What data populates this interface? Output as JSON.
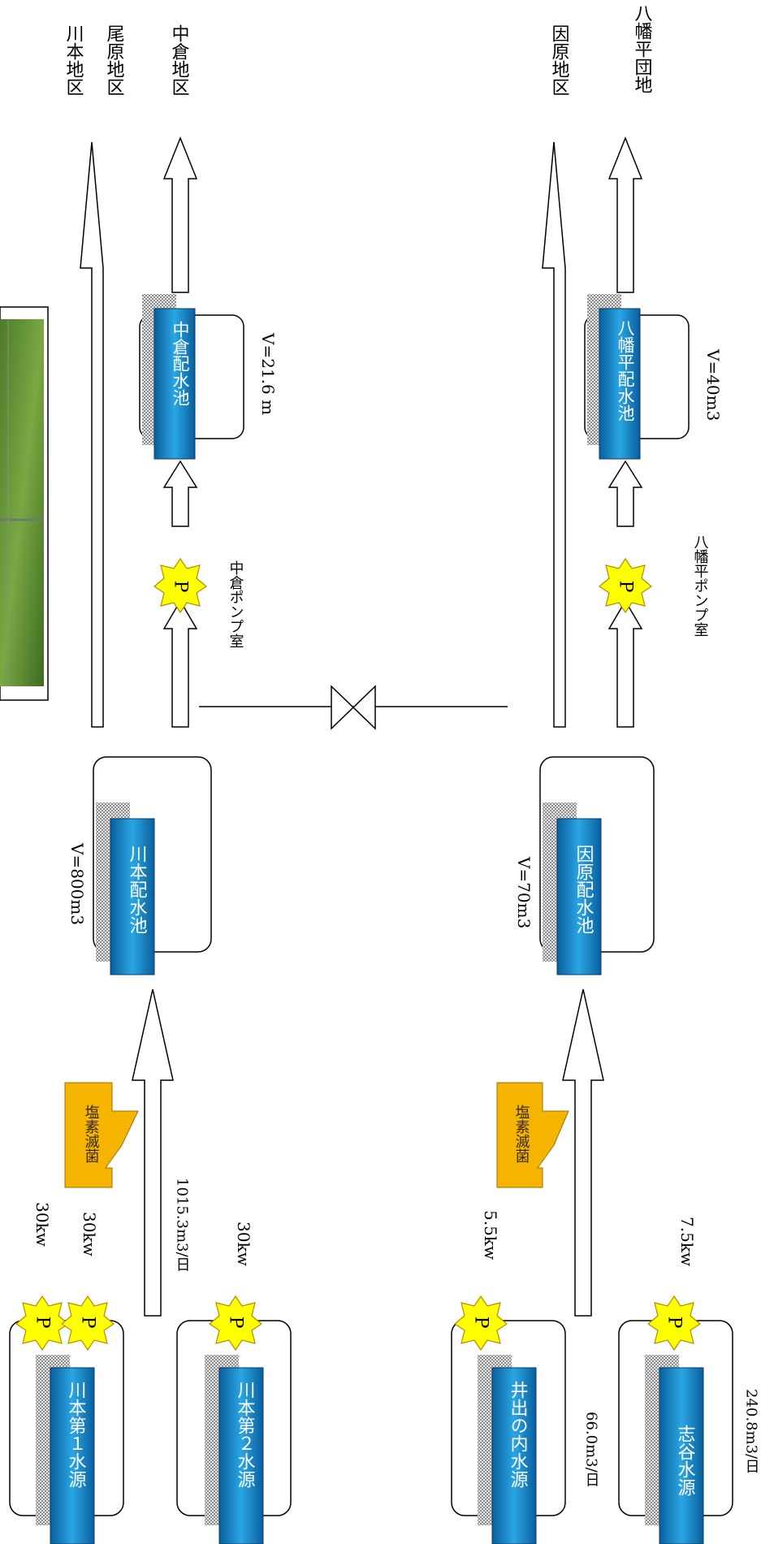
{
  "areas": {
    "kawamoto": "川本地区",
    "ohara": "尾原地区",
    "nakakura": "中倉地区",
    "inbara": "因原地区",
    "yawatadaira": "八幡平団地"
  },
  "sources": {
    "kawamoto1": "川本第１水源",
    "kawamoto2": "川本第２水源",
    "ide": "井出の内水源",
    "shitani": "志谷水源"
  },
  "reservoirs": {
    "kawamoto": "川本配水池",
    "inbara": "因原配水池",
    "nakakura": "中倉配水池",
    "yawatadaira": "八幡平配水池"
  },
  "volumes": {
    "kawamoto": "V=800m3",
    "inbara": "V=70m3",
    "nakakura": "V=21.6 m",
    "yawatadaira": "V=40m3"
  },
  "pump_rooms": {
    "nakakura": "中倉ポンプ室",
    "yawatadaira": "八幡平ポンプ室"
  },
  "pump_symbol": "P",
  "power": {
    "k1_a": "30kw",
    "k1_b": "30kw",
    "k2": "30kw",
    "ide": "5.5kw",
    "shitani": "7.5kw"
  },
  "flows": {
    "kawamoto": "1015.3m3/日",
    "ide": "66.0m3/日",
    "shitani": "240.8m3/日"
  },
  "chlorination": "塩素滅菌",
  "colors": {
    "tank_blue": "#1a8fd0",
    "pump_yellow": "#ffff00",
    "chlorine_orange": "#f5b400"
  }
}
